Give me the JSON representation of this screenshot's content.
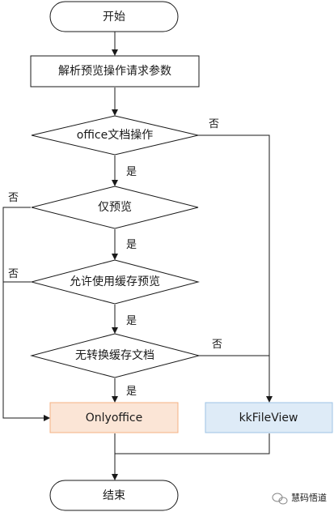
{
  "nodes": {
    "start": "开始",
    "parse": "解析预览操作请求参数",
    "office_check": "office文档操作",
    "preview_only": "仅预览",
    "allow_cache": "允许使用缓存预览",
    "no_convert_cache": "无转换缓存文档",
    "onlyoffice": "Onlyoffice",
    "kkfileview": "kkFileView",
    "end": "结束"
  },
  "edges": {
    "office_no": "否",
    "office_yes": "是",
    "preview_no": "否",
    "preview_yes": "是",
    "cache_no": "否",
    "cache_yes": "是",
    "convert_no": "否",
    "convert_yes": "是"
  },
  "watermark": "慧码悟道",
  "colors": {
    "stroke": "#1a1a1a",
    "node_fill": "#ffffff",
    "onlyoffice_fill": "#fbe5d6",
    "onlyoffice_stroke": "#f4b183",
    "kkfileview_fill": "#deebf7",
    "kkfileview_stroke": "#9dc3e6"
  }
}
